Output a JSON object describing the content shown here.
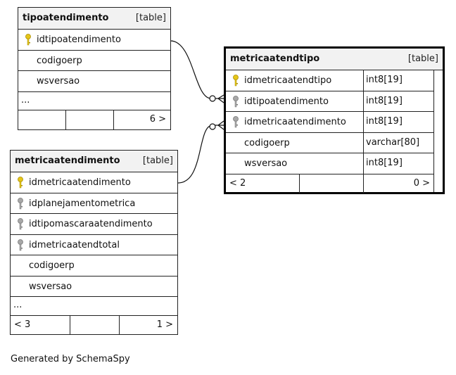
{
  "tables": {
    "tipoatendimento": {
      "name": "tipoatendimento",
      "kind": "[table]",
      "columns": [
        {
          "name": "idtipoatendimento",
          "key": "primary"
        },
        {
          "name": "codigoerp",
          "key": "none"
        },
        {
          "name": "wsversao",
          "key": "none"
        }
      ],
      "more": "...",
      "footer": {
        "left": "",
        "right": "6 >"
      }
    },
    "metricaatendimento": {
      "name": "metricaatendimento",
      "kind": "[table]",
      "columns": [
        {
          "name": "idmetricaatendimento",
          "key": "primary"
        },
        {
          "name": "idplanejamentometrica",
          "key": "foreign"
        },
        {
          "name": "idtipomascaraatendimento",
          "key": "foreign"
        },
        {
          "name": "idmetricaatendtotal",
          "key": "foreign"
        },
        {
          "name": "codigoerp",
          "key": "none"
        },
        {
          "name": "wsversao",
          "key": "none"
        }
      ],
      "more": "...",
      "footer": {
        "left": "< 3",
        "right": "1 >"
      }
    },
    "metricaatendtipo": {
      "name": "metricaatendtipo",
      "kind": "[table]",
      "columns": [
        {
          "name": "idmetricaatendtipo",
          "type": "int8[19]",
          "key": "primary"
        },
        {
          "name": "idtipoatendimento",
          "type": "int8[19]",
          "key": "foreign"
        },
        {
          "name": "idmetricaatendimento",
          "type": "int8[19]",
          "key": "foreign"
        },
        {
          "name": "codigoerp",
          "type": "varchar[80]",
          "key": "none"
        },
        {
          "name": "wsversao",
          "type": "int8[19]",
          "key": "none"
        }
      ],
      "footer": {
        "left": "< 2",
        "right": "0 >"
      }
    }
  },
  "relationships": [
    {
      "from": "tipoatendimento.idtipoatendimento",
      "to": "metricaatendtipo.idtipoatendimento"
    },
    {
      "from": "metricaatendimento.idmetricaatendimento",
      "to": "metricaatendtipo.idmetricaatendimento"
    }
  ],
  "colors": {
    "primary_key": "#e6c619",
    "foreign_key": "#a8a8a8",
    "header_bg": "#f2f2f2"
  },
  "footer_text": "Generated by SchemaSpy"
}
